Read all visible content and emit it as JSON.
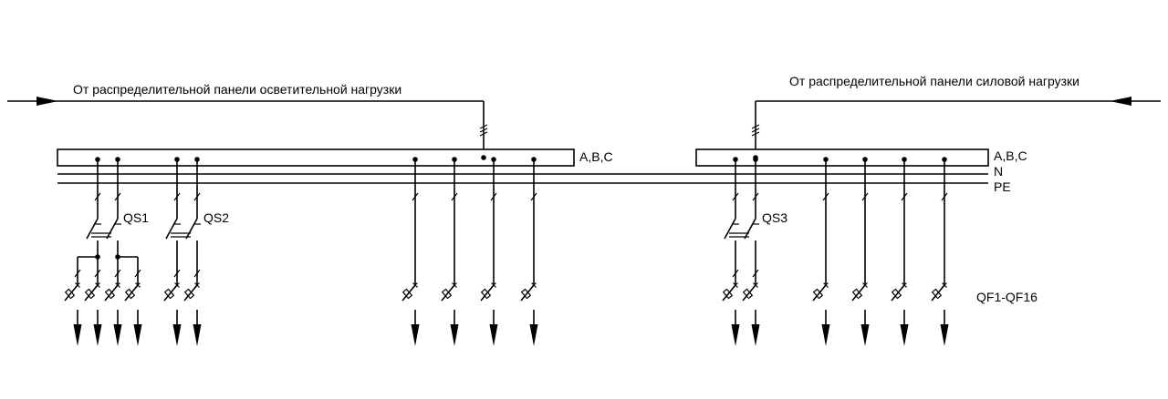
{
  "labels": {
    "feed_left": "От распределительной панели осветительной нагрузки",
    "feed_right": "От распределительной панели силовой нагрузки",
    "bus_abc_left": "A,B,C",
    "bus_abc_right": "A,B,C",
    "bus_n": "N",
    "bus_pe": "PE",
    "qs1": "QS1",
    "qs2": "QS2",
    "qs3": "QS3",
    "qf_range": "QF1-QF16"
  }
}
